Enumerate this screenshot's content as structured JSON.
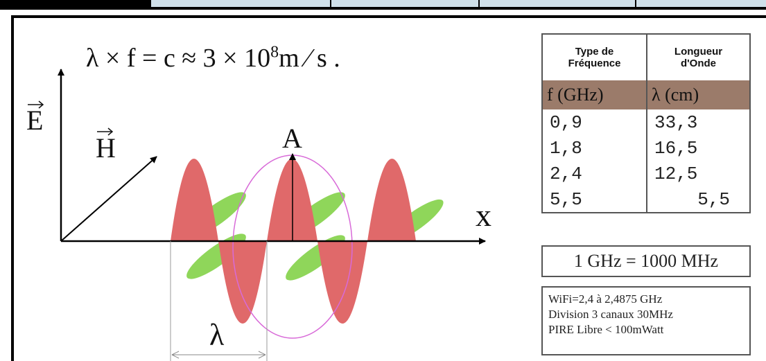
{
  "formula": {
    "lhs": "λ × f  =  c ≈ 3 × 10",
    "exponent": "8",
    "unit": "m ⁄ s  ."
  },
  "labels": {
    "e_field": "E",
    "h_field": "H",
    "amplitude": "A",
    "x_axis": "x",
    "wavelength": "λ"
  },
  "table": {
    "headers": [
      {
        "line1": "Type de",
        "line2": "Fréquence"
      },
      {
        "line1": "Longueur",
        "line2": "d'Onde"
      }
    ],
    "subheaders": [
      "f (GHz)",
      "λ (cm)"
    ],
    "rows": [
      [
        "0,9",
        "33,3"
      ],
      [
        "1,8",
        "16,5"
      ],
      [
        "2,4",
        "12,5"
      ],
      [
        "5,5",
        "5,5"
      ]
    ]
  },
  "conversion": "1 GHz = 1000 MHz",
  "wifi_notes": [
    "WiFi=2,4 à 2,4875 GHz",
    "Division 3 canaux 30MHz",
    "PIRE Libre < 100mWatt"
  ],
  "colors": {
    "e_wave": "#e0696a",
    "h_wave": "#8fd65a",
    "ellipse": "#d86ad8",
    "header_bg": "#9b7b6a"
  }
}
